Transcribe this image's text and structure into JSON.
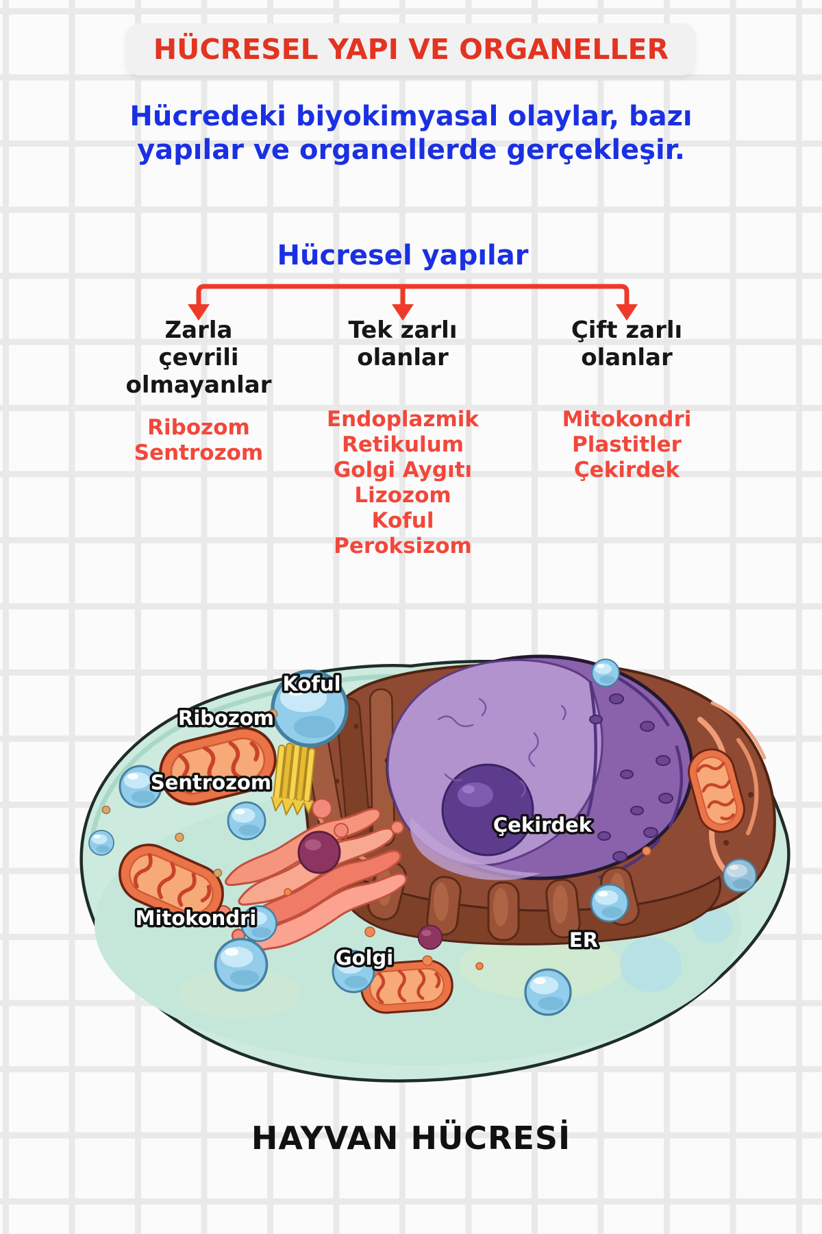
{
  "title": "HÜCRESEL YAPI VE ORGANELLER",
  "intro": {
    "line1": "Hücredeki biyokimyasal olaylar, bazı",
    "line2": "yapılar ve organellerde gerçekleşir."
  },
  "tree": {
    "root": "Hücresel yapılar",
    "branches": [
      {
        "name": "Zarla çevrili olmayanlar",
        "lines": [
          "Zarla",
          "çevrili",
          "olmayanlar"
        ],
        "items": [
          "Ribozom",
          "Sentrozom"
        ]
      },
      {
        "name": "Tek zarlı olanlar",
        "lines": [
          "Tek zarlı",
          "olanlar"
        ],
        "items": [
          "Endoplazmik",
          "Retikulum",
          "Golgi Aygıtı",
          "Lizozom",
          "Koful",
          "Peroksizom"
        ]
      },
      {
        "name": "Çift zarlı olanlar",
        "lines": [
          "Çift zarlı",
          "olanlar"
        ],
        "items": [
          "Mitokondri",
          "Plastitler",
          "Çekirdek"
        ]
      }
    ]
  },
  "cell": {
    "caption": "HAYVAN HÜCRESİ",
    "labels": {
      "koful": "Koful",
      "ribozom": "Ribozom",
      "sentrozom": "Sentrozom",
      "cekirdek": "Çekirdek",
      "mitokondri": "Mitokondri",
      "golgi": "Golgi",
      "er": "ER"
    }
  },
  "colors": {
    "title_red": "#e23421",
    "item_red": "#f2473a",
    "arrow_red": "#ee3a28",
    "blue": "#1a30e2",
    "text_black": "#161616",
    "cell_teal": "#cdeade",
    "nucleus_purple": "#8a61ab",
    "nucleolus_purple": "#5d3c8e",
    "er_brown": "#8e4a33",
    "mito_orange": "#ea7347",
    "golgi_pink": "#f58a74",
    "vesicle_blue": "#92cdeb",
    "centriole_yellow": "#f5d44e"
  }
}
